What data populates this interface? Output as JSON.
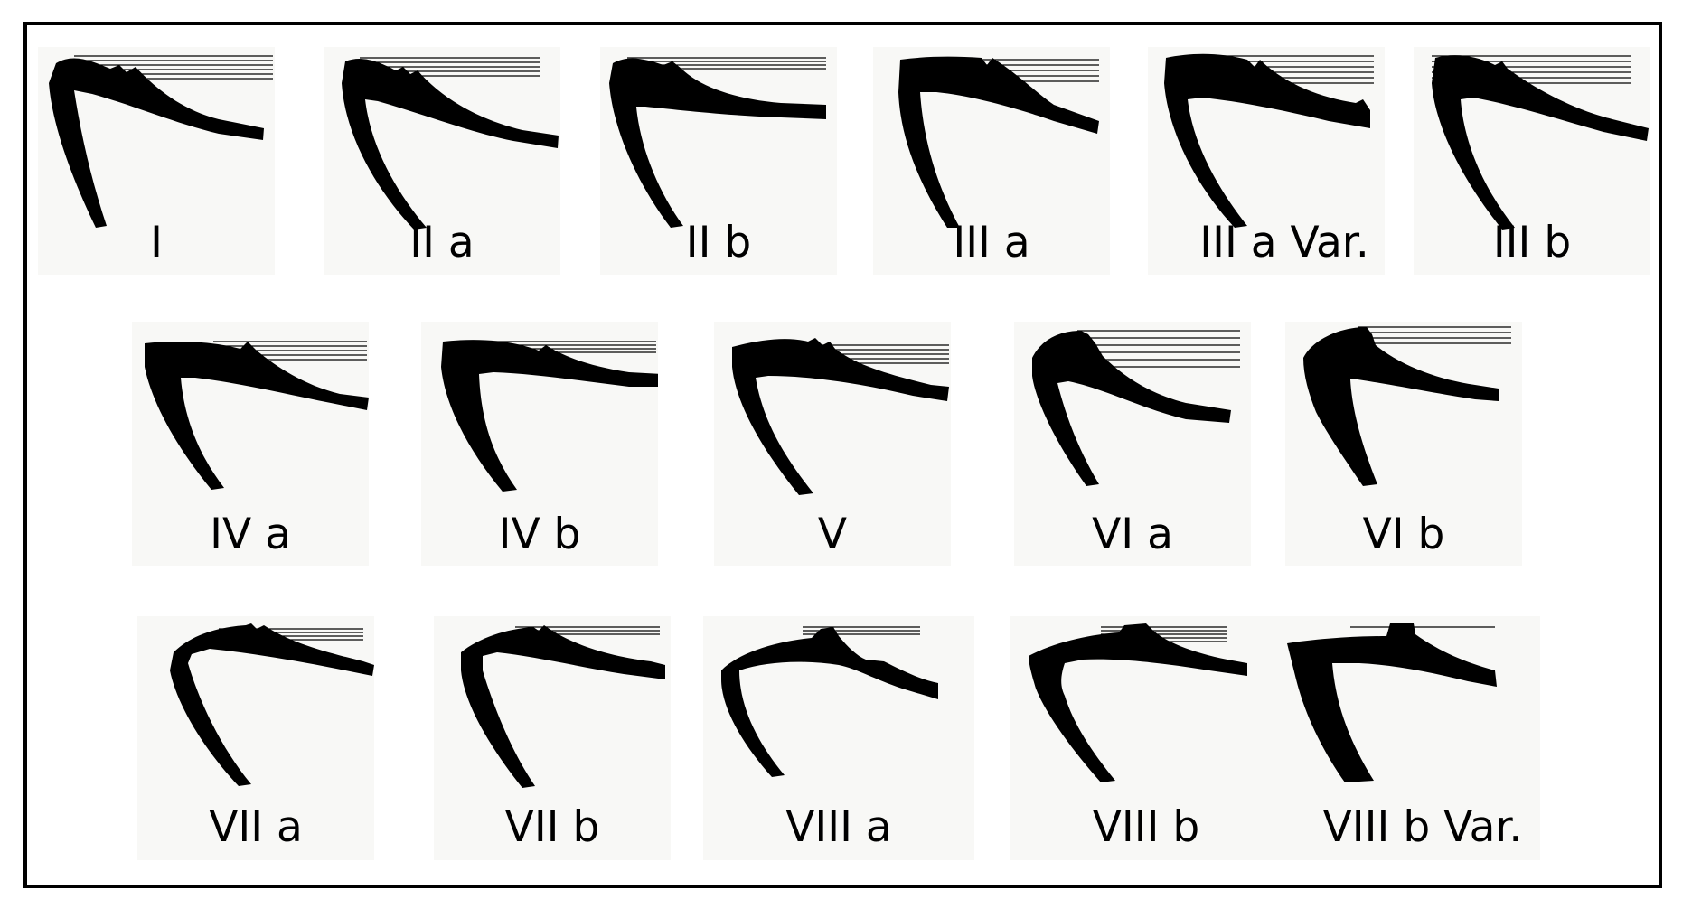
{
  "figure": {
    "profiles": [
      {
        "label": "I"
      },
      {
        "label": "II a"
      },
      {
        "label": "II b"
      },
      {
        "label": "III a"
      },
      {
        "label": "III a Var."
      },
      {
        "label": "III b"
      },
      {
        "label": "IV a"
      },
      {
        "label": "IV b"
      },
      {
        "label": "V"
      },
      {
        "label": "VI a"
      },
      {
        "label": "VI b"
      },
      {
        "label": "VII a"
      },
      {
        "label": "VII b"
      },
      {
        "label": "VIII a"
      },
      {
        "label": "VIII b"
      },
      {
        "label": "VIII b Var."
      }
    ]
  }
}
